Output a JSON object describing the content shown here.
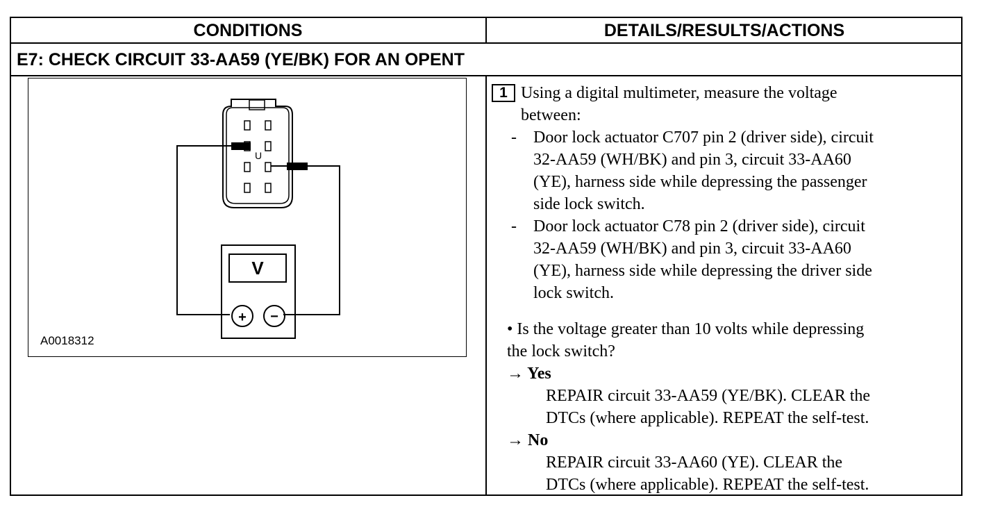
{
  "table": {
    "header": {
      "conditions": "CONDITIONS",
      "details": "DETAILS/RESULTS/ACTIONS"
    },
    "step_title": "E7: CHECK CIRCUIT 33-AA59 (YE/BK) FOR AN OPENT"
  },
  "figure": {
    "id_label": "A0018312",
    "meter_label": "V",
    "plus_symbol": "+",
    "minus_symbol": "−",
    "connector_mark": "U"
  },
  "details": {
    "step_number": "1",
    "intro": "Using a digital multimeter, measure the voltage",
    "intro_cont": "between:",
    "bullet_dash": "-",
    "bullets": [
      {
        "lines": [
          "Door lock actuator C707 pin 2 (driver side), circuit",
          "32-AA59 (WH/BK) and pin 3, circuit 33-AA60",
          "(YE), harness side while depressing the passenger",
          "side lock switch."
        ]
      },
      {
        "lines": [
          "Door lock actuator C78 pin 2 (driver side), circuit",
          "32-AA59 (WH/BK) and pin 3, circuit 33-AA60",
          "(YE), harness side while depressing the driver side",
          "lock switch."
        ]
      }
    ],
    "question_line1": "• Is the voltage greater than 10 volts while depressing",
    "question_line2": "the lock switch?",
    "yes_label": "→ Yes",
    "yes_line1": "REPAIR circuit 33-AA59 (YE/BK). CLEAR the",
    "yes_line2": "DTCs (where applicable). REPEAT the self-test.",
    "no_label": "→ No",
    "no_line1": "REPAIR circuit 33-AA60 (YE). CLEAR the",
    "no_line2": "DTCs (where applicable). REPEAT the self-test."
  }
}
